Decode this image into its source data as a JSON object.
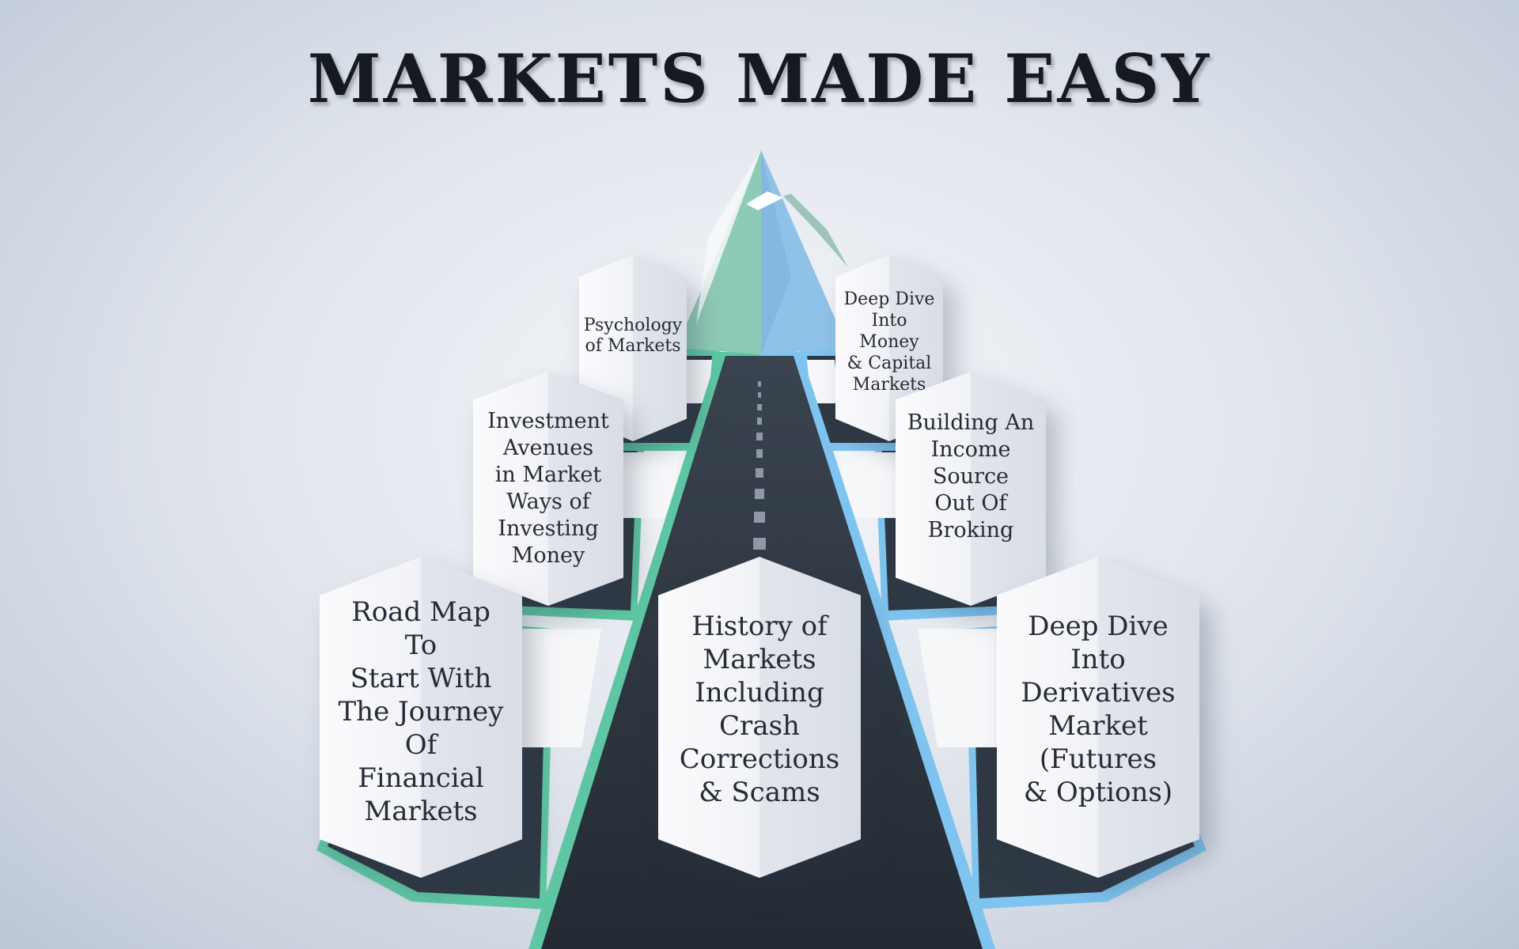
{
  "title": "MARKETS MADE EASY",
  "colors": {
    "left_rail": "#5ec6a2",
    "right_rail": "#7fc4ef",
    "road": "#2b333d",
    "peak_green": "#8ecbb7",
    "peak_blue": "#8fc2e8",
    "hexagon": "#f0f1f5",
    "text": "#262b36"
  },
  "topics": [
    {
      "id": "psychology",
      "label": "Psychology\nof Markets",
      "side": "left",
      "tier": 3
    },
    {
      "id": "money-capital",
      "label": "Deep Dive\nInto Money\n& Capital\nMarkets",
      "side": "right",
      "tier": 3
    },
    {
      "id": "investment-avenues",
      "label": "Investment\nAvenues\nin Market\nWays of\nInvesting\nMoney",
      "side": "left",
      "tier": 2
    },
    {
      "id": "income-source",
      "label": "Building An\nIncome\nSource\nOut Of\nBroking",
      "side": "right",
      "tier": 2
    },
    {
      "id": "road-map",
      "label": "Road Map To\nStart With\nThe Journey\nOf\nFinancial\nMarkets",
      "side": "left",
      "tier": 1
    },
    {
      "id": "history",
      "label": "History of\nMarkets\nIncluding\nCrash\nCorrections\n& Scams",
      "side": "center",
      "tier": 1
    },
    {
      "id": "derivatives",
      "label": "Deep Dive\nInto\nDerivatives\nMarket\n(Futures\n& Options)",
      "side": "right",
      "tier": 1
    }
  ]
}
